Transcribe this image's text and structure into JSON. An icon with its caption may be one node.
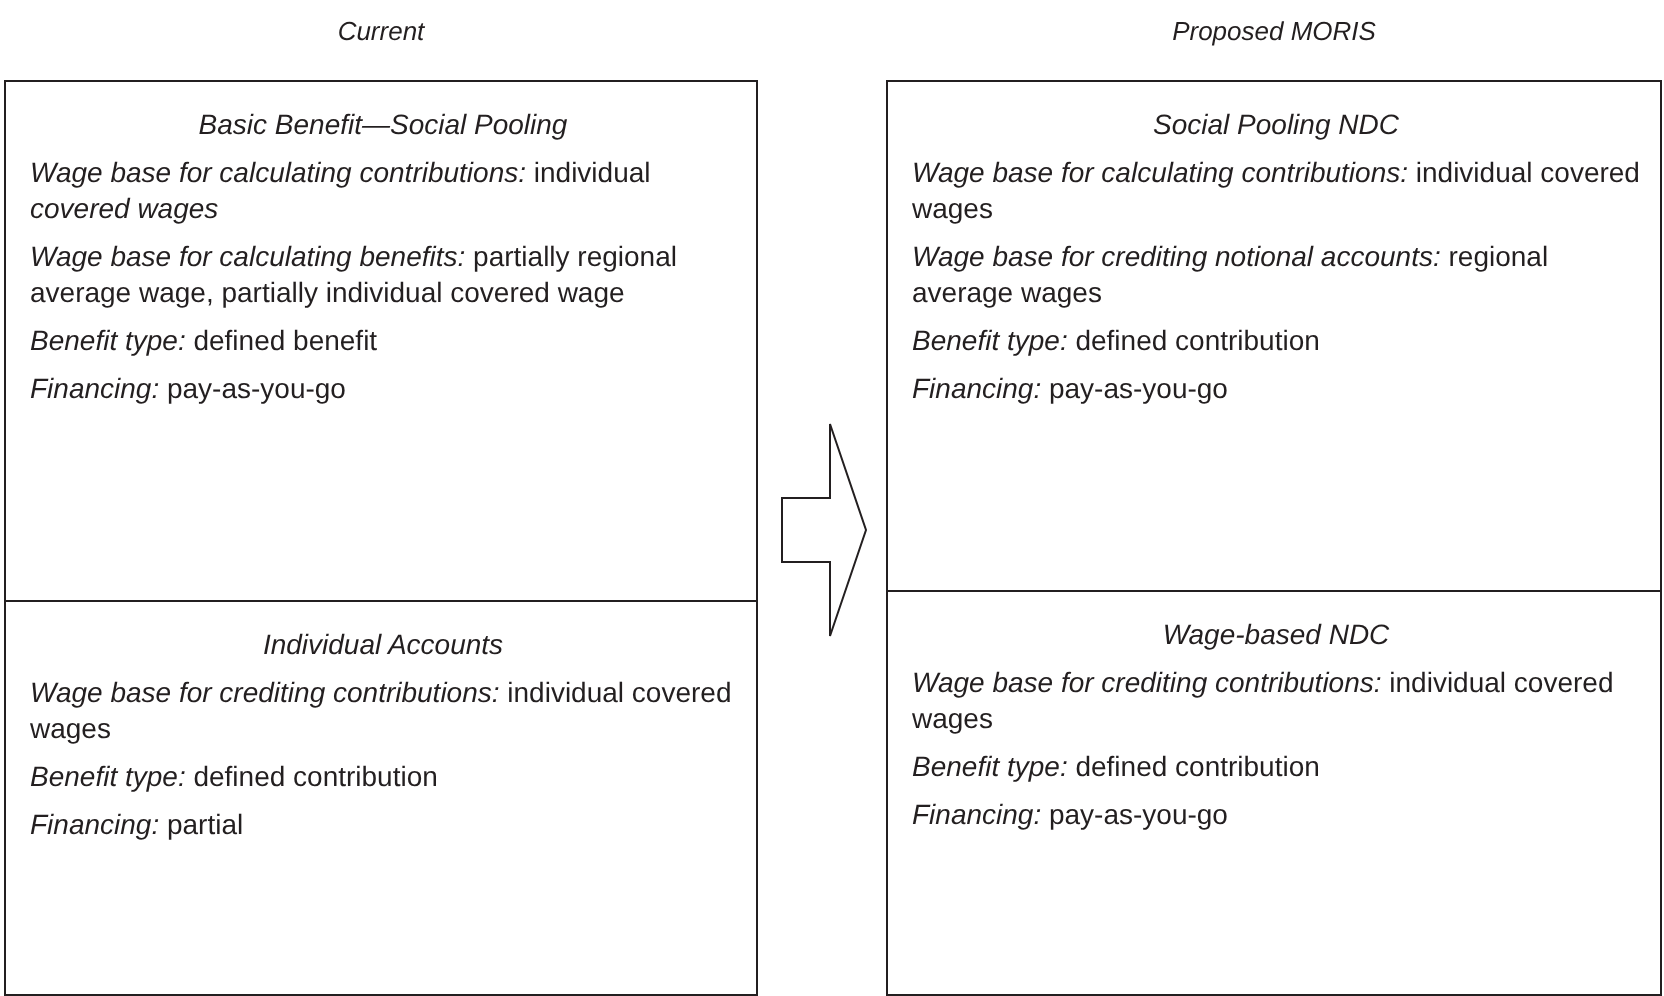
{
  "diagram": {
    "nodes": [
      {
        "text": [
          "Current"
        ]
      },
      {
        "text": [
          "Basic Benefit—Social Pooling",
          "*Wage base for calculating contributions:* individual *covered wages*",
          "*Wage base for calculating benefits:* partially regional average wage, partially individual covered wage",
          "*Benefit type:* defined benefit",
          "*Financing:* pay-as-you-go"
        ],
        "in": 0
      },
      {
        "text": [
          "Individual Accounts",
          "*Wage base for crediting contributions:* individual covered wages",
          "*Benefit type:* defined contribution",
          "*Financing:* partial"
        ],
        "in": 0
      },
      {
        "text": [
          "Proposed MORIS"
        ]
      },
      {
        "text": [
          "Social Pooling NDC",
          "*Wage base for calculating contributions:* individual covered wages",
          "*Wage base for crediting notional accounts:* regional average wages",
          "*Benefit type:* defined contribution",
          "*Financing:* pay-as-you-go"
        ],
        "in": 3
      },
      {
        "text": [
          "Wage-based NDC",
          "*Wage base for crediting contributions:* individual covered wages",
          "*Benefit type:* defined contribution",
          "*Financing:* pay-as-you-go"
        ],
        "in": 3
      }
    ],
    "edges": [
      {
        "from": 0,
        "to": 3,
        "arrow": "to"
      }
    ]
  }
}
